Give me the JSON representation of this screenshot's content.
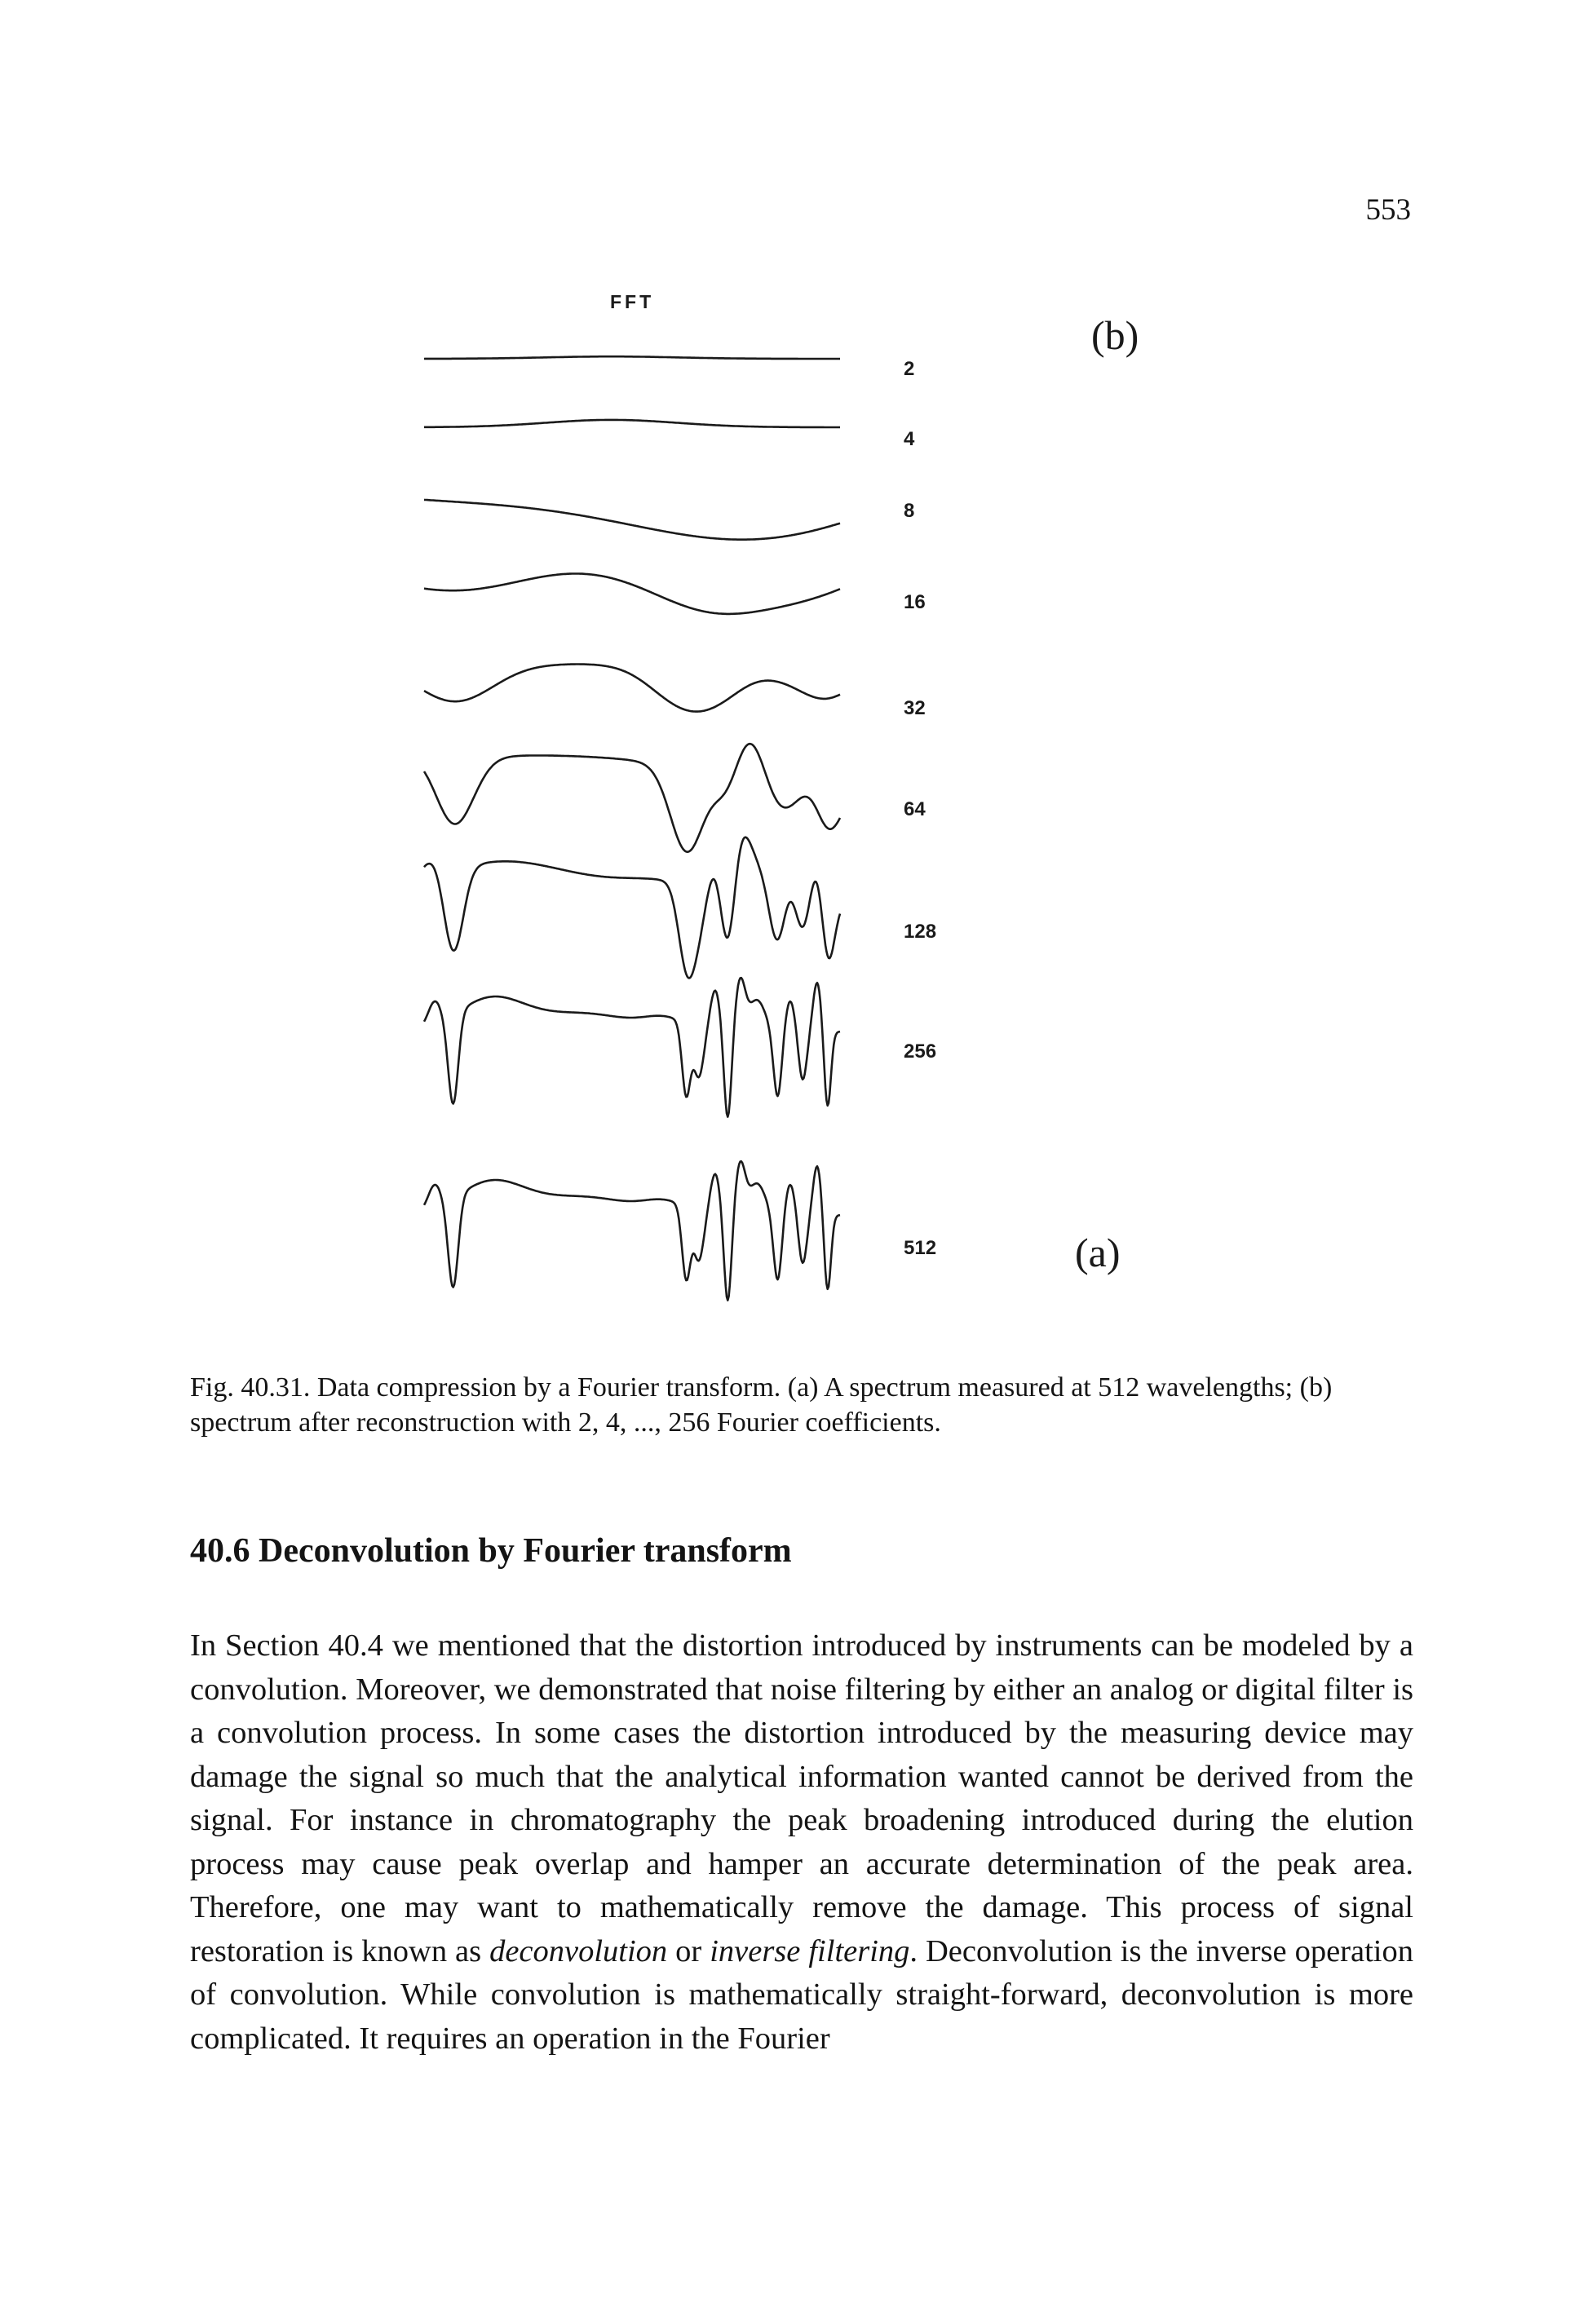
{
  "page": {
    "number": "553"
  },
  "figure": {
    "header_label": "FFT",
    "panel_b_label": "(b)",
    "panel_a_label": "(a)",
    "traces": [
      {
        "coefficients": "2"
      },
      {
        "coefficients": "4"
      },
      {
        "coefficients": "8"
      },
      {
        "coefficients": "16"
      },
      {
        "coefficients": "32"
      },
      {
        "coefficients": "64"
      },
      {
        "coefficients": "128"
      },
      {
        "coefficients": "256"
      },
      {
        "coefficients": "512"
      }
    ]
  },
  "caption": {
    "text": "Fig. 40.31. Data compression by a Fourier transform. (a) A spectrum measured at 512 wavelengths; (b) spectrum after reconstruction with 2, 4, ..., 256 Fourier coefficients."
  },
  "section": {
    "heading": "40.6 Deconvolution by Fourier transform",
    "paragraph": {
      "part1": "In Section 40.4 we mentioned that the distortion introduced by instruments can be modeled by a convolution. Moreover, we demonstrated that noise filtering by either an analog or digital filter is a convolution process. In some cases the distortion introduced by the measuring device may damage the signal so much that the analytical information wanted cannot be derived from the signal. For instance in chromatography the peak broadening introduced during the elution process may cause peak overlap and hamper an accurate determination of the peak area. Therefore, one may want to mathematically remove the damage. This process of signal restoration is known as ",
      "term1": "deconvolution",
      "part2": " or ",
      "term2": "inverse filtering",
      "part3": ". Deconvolution is the inverse operation of convolution. While convolution is mathematically straight-forward, deconvolution is more complicated. It requires an operation in the Fourier"
    }
  }
}
